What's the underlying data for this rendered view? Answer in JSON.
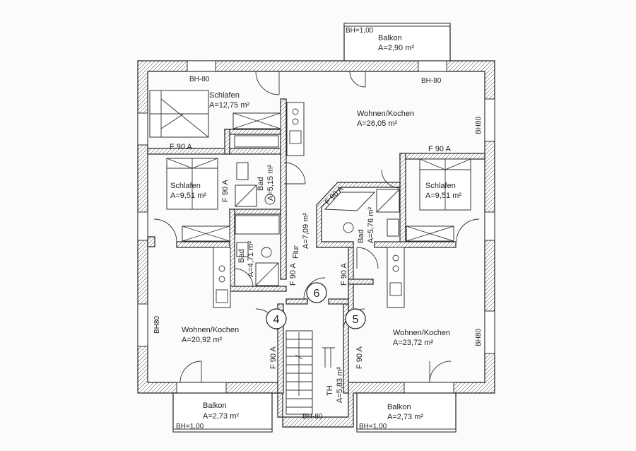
{
  "rooms": {
    "balkon_top": {
      "name": "Balkon",
      "area": "A=2,90 m²",
      "bh": "BH=1,00"
    },
    "schlafen_nw": {
      "name": "Schlafen",
      "area": "A=12,75 m²"
    },
    "wohnen_ne": {
      "name": "Wohnen/Kochen",
      "area": "A=26,05 m²"
    },
    "schlafen_w": {
      "name": "Schlafen",
      "area": "A=9,51 m²"
    },
    "schlafen_e": {
      "name": "Schlafen",
      "area": "A=9,51 m²"
    },
    "bad_n": {
      "name": "Bad",
      "area": "A=5,15 m²"
    },
    "bad_w": {
      "name": "Bad",
      "area": "A=4,71 m²"
    },
    "bad_c": {
      "name": "Bad",
      "area": "A=5,76 m²"
    },
    "flur": {
      "name": "Flur",
      "area": "A=7,09 m²"
    },
    "wohnen_sw": {
      "name": "Wohnen/Kochen",
      "area": "A=20,92 m²"
    },
    "wohnen_se": {
      "name": "Wohnen/Kochen",
      "area": "A=23,72 m²"
    },
    "th": {
      "name": "TH",
      "area": "A=5,83 m²"
    },
    "balkon_sw": {
      "name": "Balkon",
      "area": "A=2,73 m²",
      "bh": "BH=1,00"
    },
    "balkon_se": {
      "name": "Balkon",
      "area": "A=2,73 m²",
      "bh": "BH=1,00"
    }
  },
  "labels": {
    "bh80": "BH-80",
    "bh80_alt": "BH80",
    "bh80_stair": "BH-80",
    "f90a": "F 90 A"
  },
  "units": [
    "4",
    "5",
    "6"
  ]
}
